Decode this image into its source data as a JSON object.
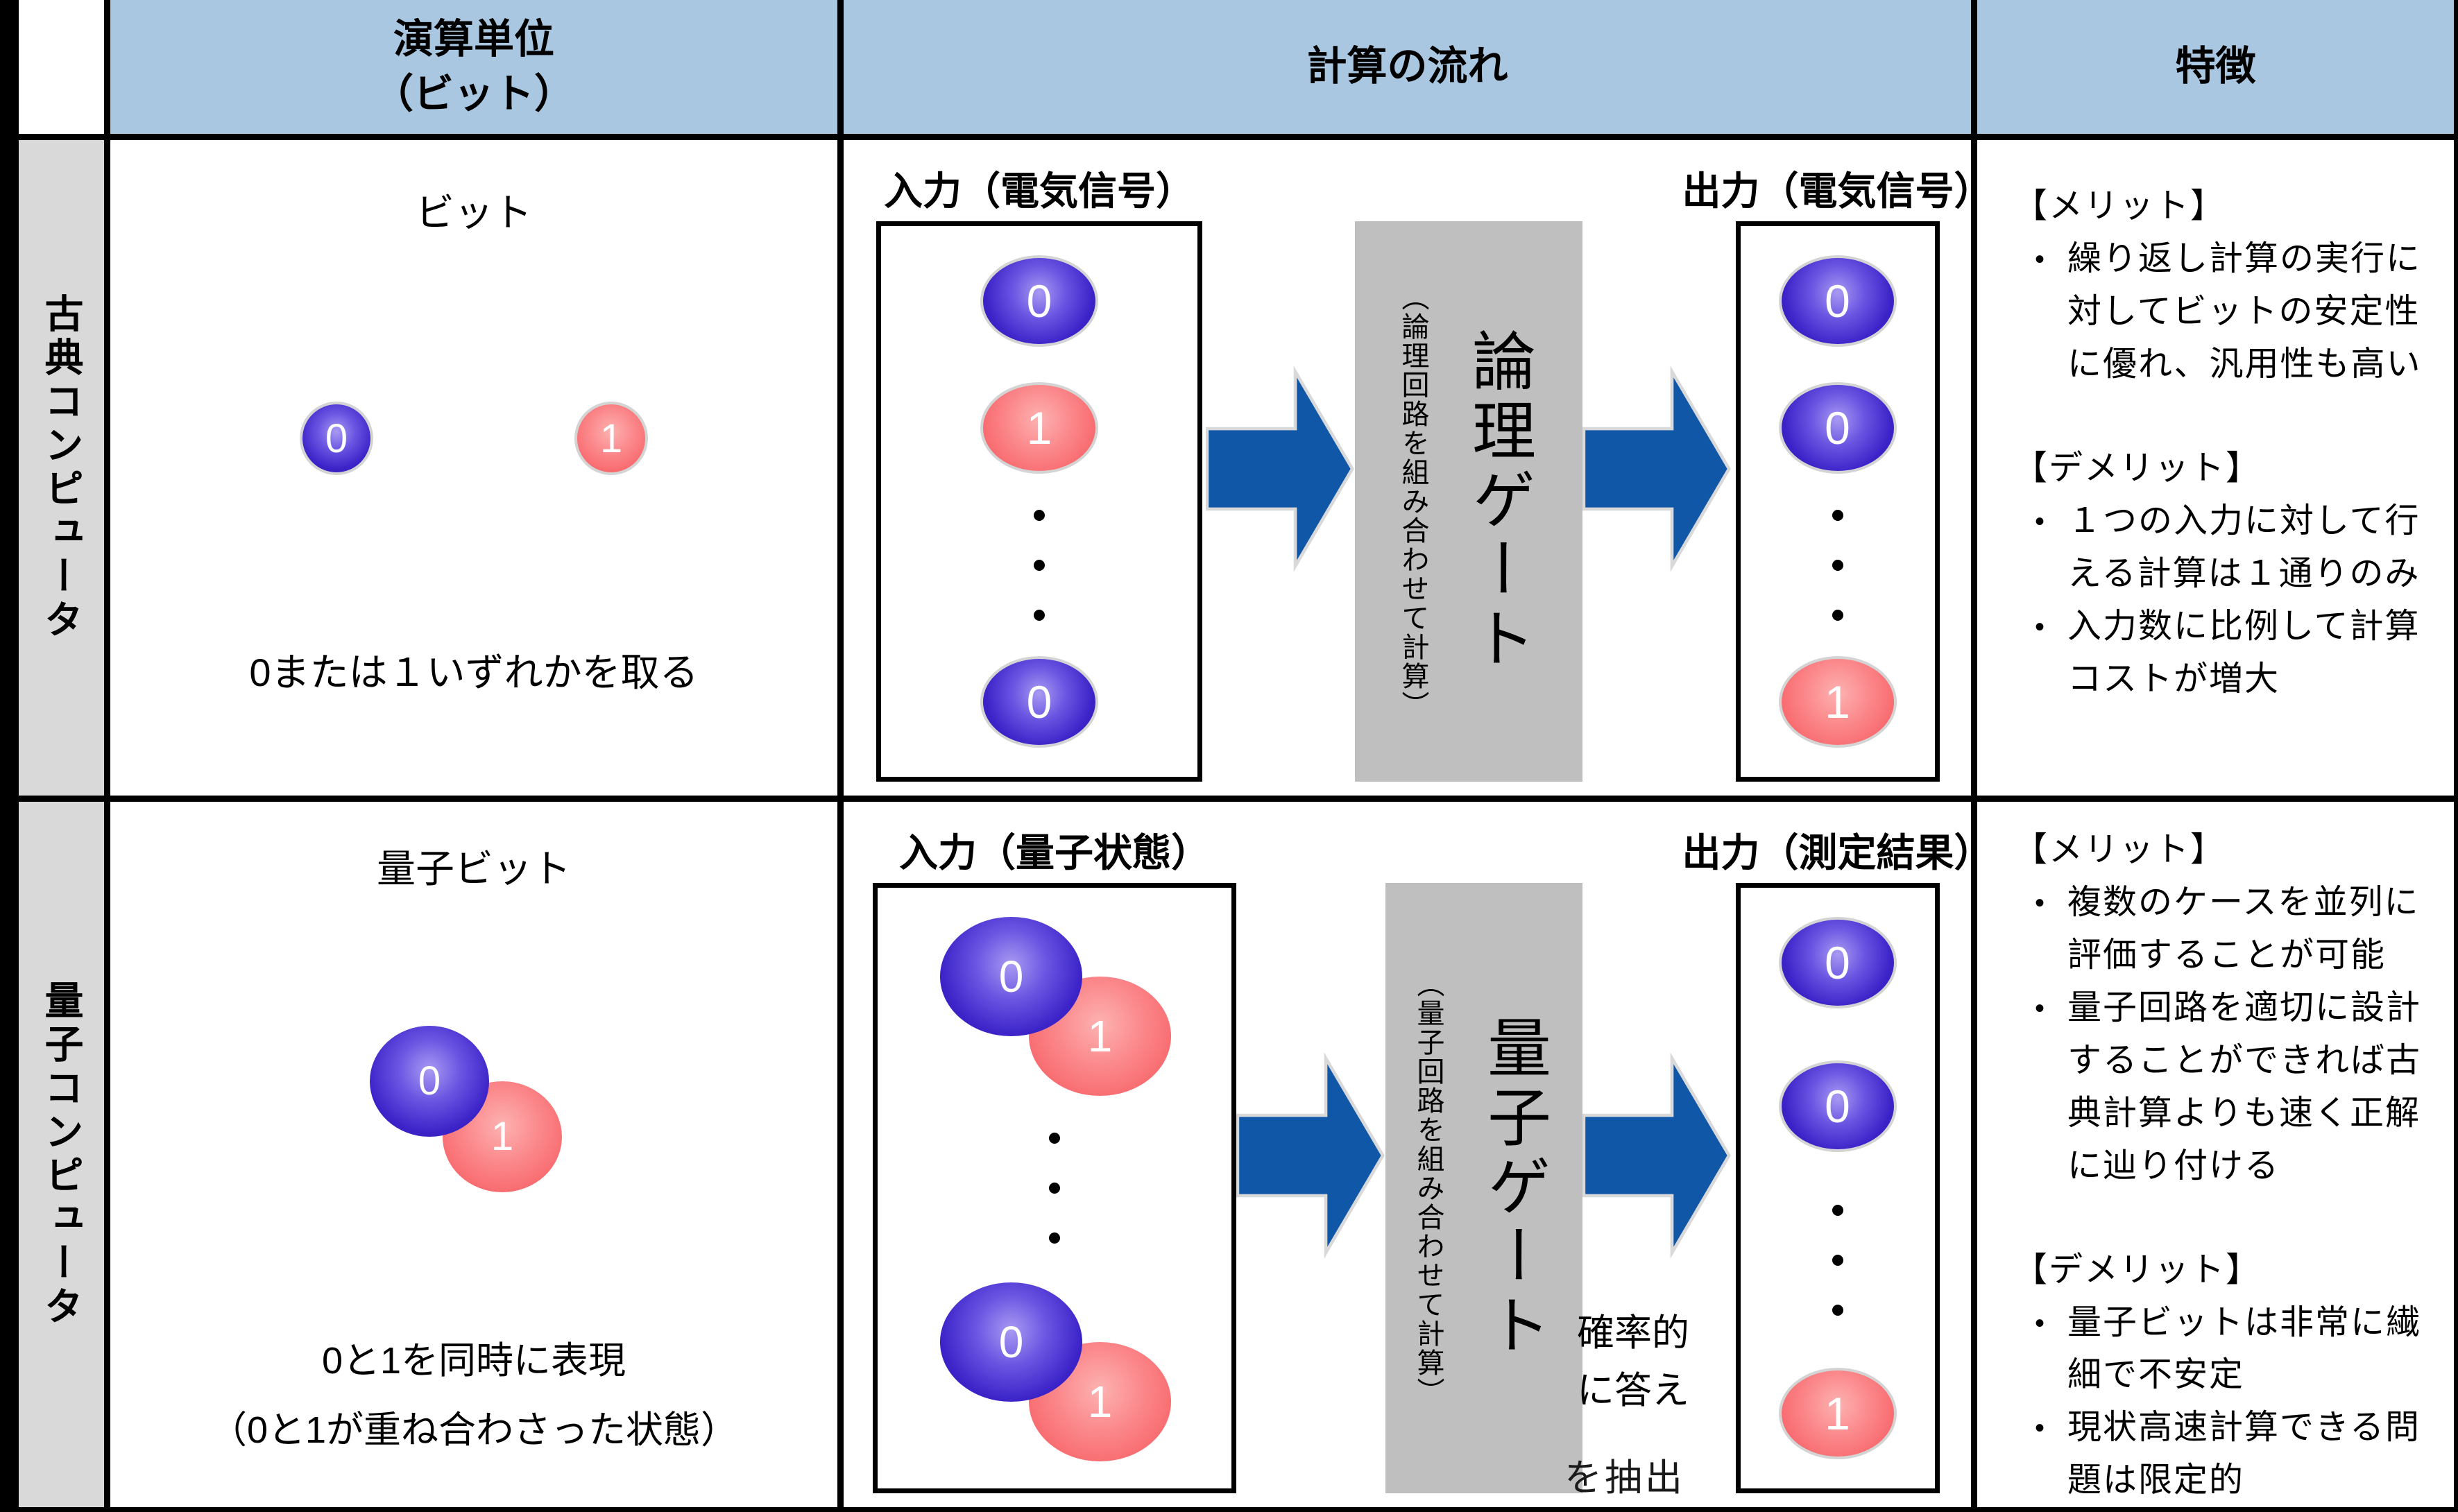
{
  "header": {
    "unit": "演算単位",
    "unit_sub": "（ビット）",
    "flow": "計算の流れ",
    "features": "特徴"
  },
  "colors": {
    "header_bg": "#A9C7E1",
    "row_label_bg": "#D9D9D9",
    "gate_bg": "#BFBFBF",
    "arrow_blue": "#1157A7",
    "bit_blue": "#3B23C8",
    "bit_red": "#F8696D"
  },
  "classical": {
    "row_label": "古典コンピュータ",
    "unit": {
      "title": "ビット",
      "bit0": "0",
      "bit1": "1",
      "caption": "0または１いずれかを取る"
    },
    "flow": {
      "input_label": "入力（電気信号）",
      "input_bits": [
        "0",
        "1",
        "0"
      ],
      "gate_title": "論理ゲート",
      "gate_caption": "（論理回路を組み合わせて計算）",
      "output_label": "出力（電気信号）",
      "output_bits": [
        "0",
        "0",
        "1"
      ]
    },
    "features": {
      "merit_heading": "【メリット】",
      "merits": [
        "繰り返し計算の実行に対してビットの安定性に優れ、汎用性も高い"
      ],
      "demerit_heading": "【デメリット】",
      "demerits": [
        "１つの入力に対して行える計算は１通りのみ",
        "入力数に比例して計算コストが増大"
      ]
    }
  },
  "quantum": {
    "row_label": "量子コンピュータ",
    "unit": {
      "title": "量子ビット",
      "bit0": "0",
      "bit1": "1",
      "caption_line1": "0と1を同時に表現",
      "caption_line2": "（0と1が重ね合わさった状態）"
    },
    "flow": {
      "input_label": "入力（量子状態）",
      "pair_bit0": "0",
      "pair_bit1": "1",
      "gate_title": "量子ゲート",
      "gate_caption": "（量子回路を組み合わせて計算）",
      "output_label": "出力（測定結果）",
      "output_bits": [
        "0",
        "0",
        "1"
      ],
      "note_line1": "確率的",
      "note_line2": "に答え",
      "note_cutoff": "を抽出"
    },
    "features": {
      "merit_heading": "【メリット】",
      "merits": [
        "複数のケースを並列に評価することが可能",
        "量子回路を適切に設計することができれば古典計算よりも速く正解に辿り付ける"
      ],
      "demerit_heading": "【デメリット】",
      "demerits": [
        "量子ビットは非常に繊細で不安定",
        "現状高速計算できる問題は限定的"
      ]
    }
  }
}
